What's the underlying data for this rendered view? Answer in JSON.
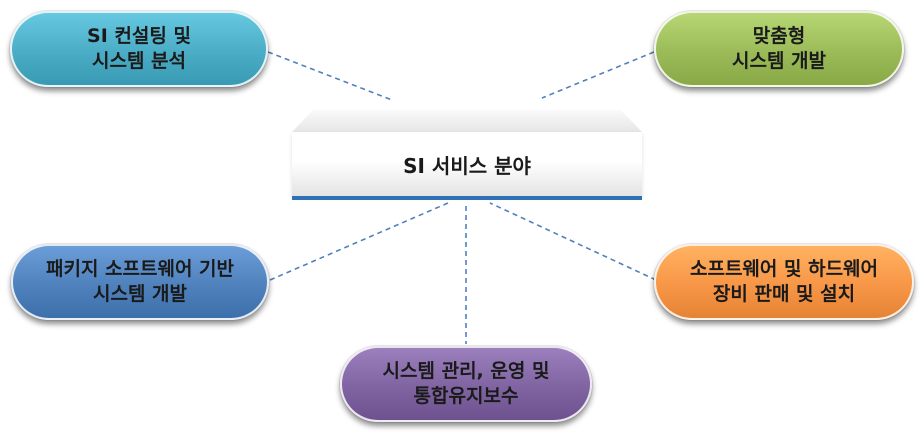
{
  "center": {
    "label": "SI 서비스 분야"
  },
  "nodes": {
    "top_left": {
      "line1": "SI  컨설팅 및",
      "line2": "시스템 분석",
      "color": "#4BACC6"
    },
    "top_right": {
      "line1": "맞춤형",
      "line2": "시스템 개발",
      "color": "#9BBB59"
    },
    "mid_left": {
      "line1": "패키지 소프트웨어 기반",
      "line2": "시스템 개발",
      "color": "#4F81BD"
    },
    "mid_right": {
      "line1": "소프트웨어 및 하드웨어",
      "line2": "장비 판매 및 설치",
      "color": "#F79646"
    },
    "bottom": {
      "line1": "시스템 관리, 운영 및",
      "line2": "통합유지보수",
      "color": "#8064A2"
    }
  },
  "connector_color": "#4F81BD",
  "center_line_color": "#2F6FB5"
}
